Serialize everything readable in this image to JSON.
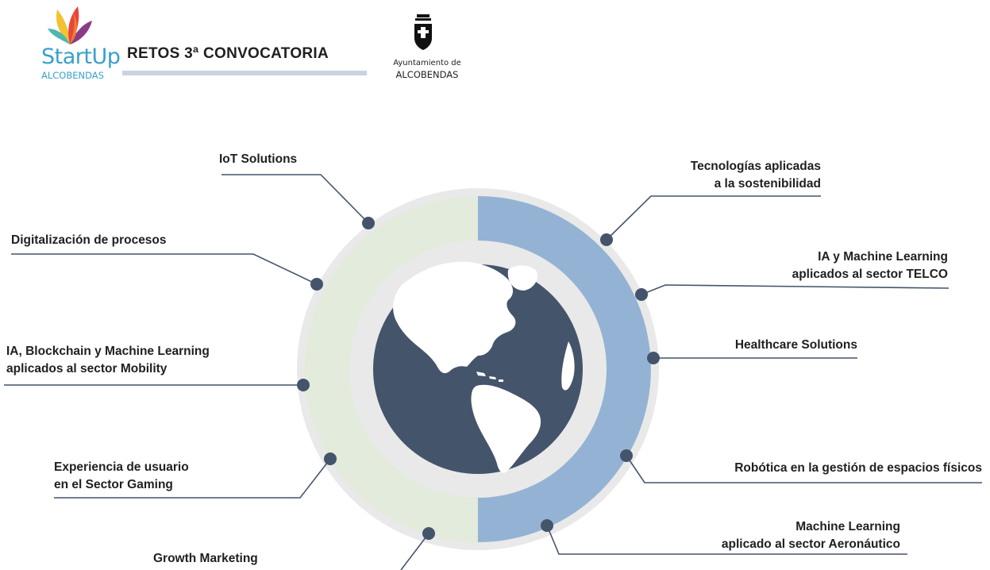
{
  "header": {
    "logo_big": "StartUp",
    "logo_small": "ALCOBENDAS",
    "title": "RETOS 3ª CONVOCATORIA",
    "ayto_line1": "Ayuntamiento de",
    "ayto_line2": "ALCOBENDAS"
  },
  "colors": {
    "left_half": "#e2ebdc",
    "right_half": "#94b3d4",
    "outer_ring": "#e9e9e9",
    "globe_ocean": "#44546b",
    "dot": "#44546b",
    "line": "#44546b",
    "logo_accent": "#3aa0c8"
  },
  "challenges": [
    {
      "id": "iot",
      "lines": [
        "IoT Solutions"
      ]
    },
    {
      "id": "digitalizacion",
      "lines": [
        "Digitalización de procesos"
      ]
    },
    {
      "id": "mobility",
      "lines": [
        "IA, Blockchain y Machine Learning",
        "aplicados al sector Mobility"
      ]
    },
    {
      "id": "gaming",
      "lines": [
        "Experiencia de usuario",
        "en el Sector Gaming"
      ]
    },
    {
      "id": "growth",
      "lines": [
        "Growth Marketing"
      ]
    },
    {
      "id": "sostenibilidad",
      "lines": [
        "Tecnologías aplicadas",
        "a la sostenibilidad"
      ]
    },
    {
      "id": "telco",
      "lines": [
        "IA y Machine Learning",
        "aplicados al sector TELCO"
      ]
    },
    {
      "id": "healthcare",
      "lines": [
        "Healthcare Solutions"
      ]
    },
    {
      "id": "robotica",
      "lines": [
        "Robótica en la gestión de espacios físicos"
      ]
    },
    {
      "id": "aeronautico",
      "lines": [
        "Machine Learning",
        "aplicado al sector Aeronáutico"
      ]
    }
  ]
}
